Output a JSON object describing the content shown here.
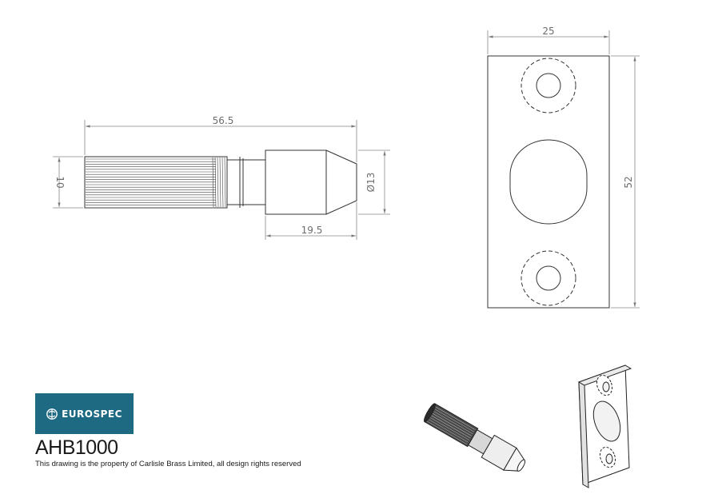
{
  "dimensions": {
    "bolt_overall_length": "56.5",
    "bolt_shank_diameter": "10",
    "bolt_head_diameter": "Ø13",
    "bolt_head_length": "19.5",
    "plate_width": "25",
    "plate_height": "52"
  },
  "brand": {
    "name": "EUROSPEC",
    "color": "#1d6a82"
  },
  "product": {
    "code": "AHB1000",
    "notice": "This drawing is the property of Carlisle Brass Limited, all design rights reserved"
  }
}
